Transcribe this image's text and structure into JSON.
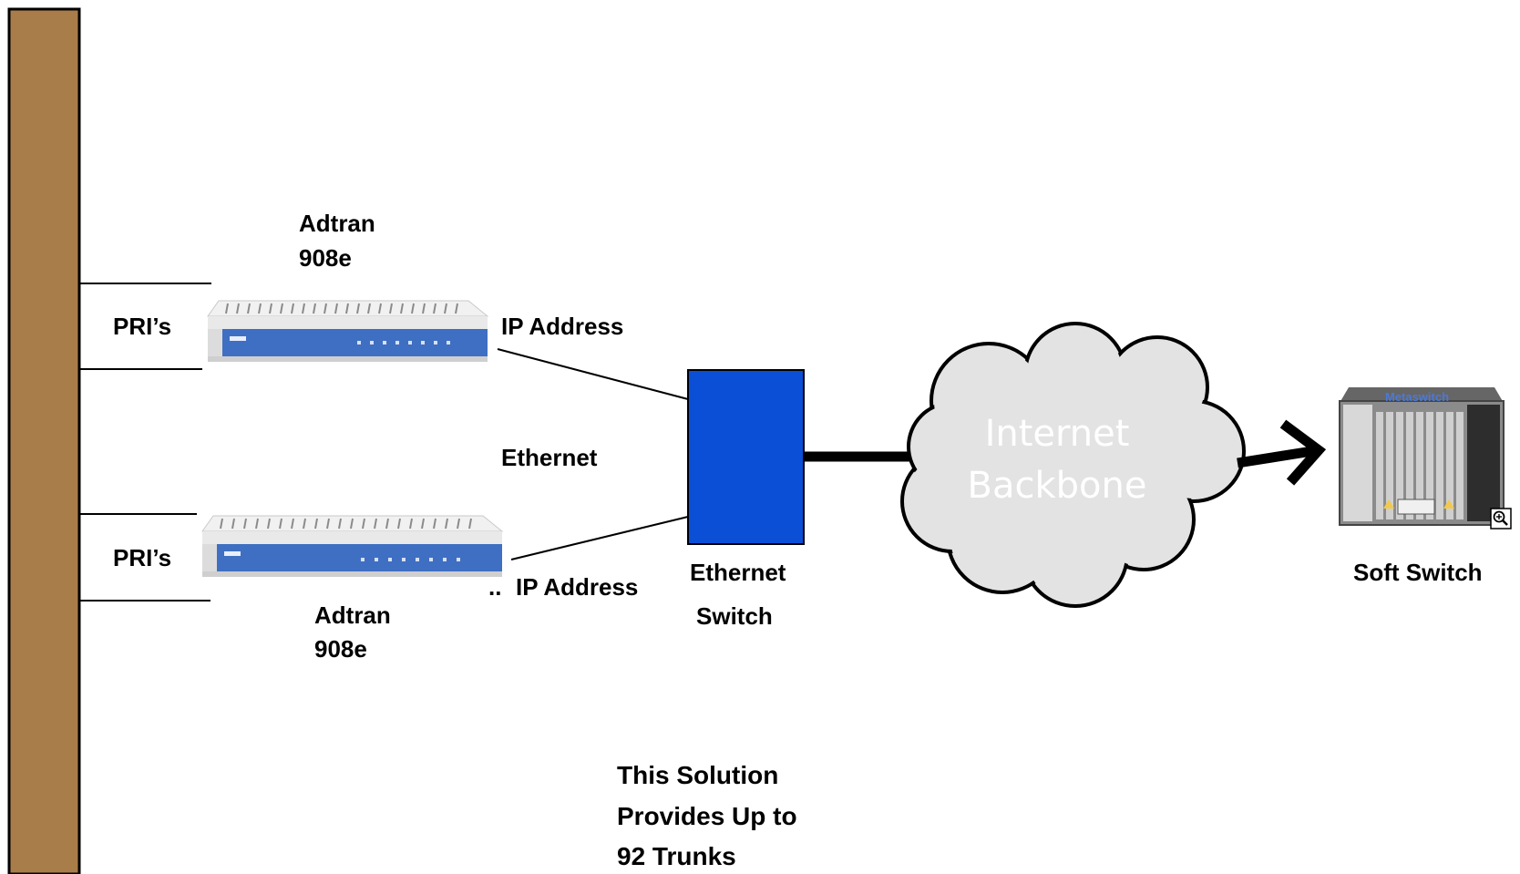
{
  "colors": {
    "wall": "#a97d49",
    "ethernet_switch": "#0a4fd6",
    "cloud_fill": "#e3e3e3",
    "device_blue": "#3f6fc2",
    "device_body": "#f1f1f1"
  },
  "labels": {
    "top_device_name_line1": "Adtran",
    "top_device_name_line2": "908e",
    "top_pri": "PRI’s",
    "top_ip": "IP Address",
    "ethernet": "Ethernet",
    "bottom_pri": "PRI’s",
    "bottom_ip_prefix": "..",
    "bottom_ip": "IP Address",
    "bottom_device_name_line1": "Adtran",
    "bottom_device_name_line2": "908e",
    "switch_line1": "Ethernet",
    "switch_line2": "Switch",
    "cloud_line1": "Internet",
    "cloud_line2": "Backbone",
    "soft_switch": "Soft Switch",
    "soft_switch_brand": "Metaswitch",
    "footer_line1": "This Solution",
    "footer_line2": "Provides Up to",
    "footer_line3": "92 Trunks"
  },
  "icons": {
    "zoom": "zoom-in-icon"
  }
}
